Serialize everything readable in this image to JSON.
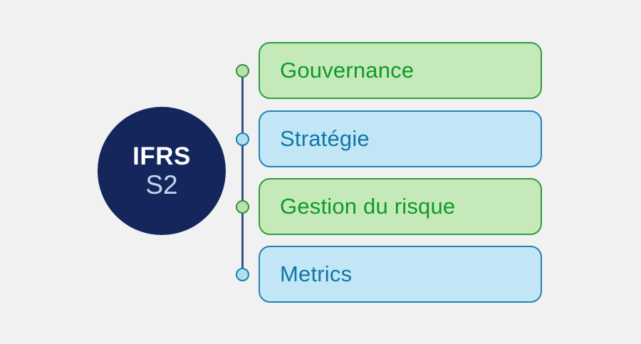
{
  "background": "#f1f1f2",
  "hub": {
    "line1": "IFRS",
    "line2": "S2",
    "fill": "#14265c",
    "line1_color": "#ffffff",
    "line2_color": "#c7d4ef"
  },
  "timeline": {
    "line_color": "#33527e"
  },
  "themes": {
    "green": {
      "fill": "#c6e9ba",
      "border": "#2f9e3f",
      "text": "#0d9b28",
      "node_fill": "#b9e2aa",
      "node_border": "#35903b"
    },
    "blue": {
      "fill": "#c2e6f6",
      "border": "#2183b3",
      "text": "#1077a7",
      "node_fill": "#aedff2",
      "node_border": "#1b7fae"
    }
  },
  "items": [
    {
      "label": "Gouvernance",
      "theme": "green"
    },
    {
      "label": "Stratégie",
      "theme": "blue"
    },
    {
      "label": "Gestion du risque",
      "theme": "green"
    },
    {
      "label": "Metrics",
      "theme": "blue"
    }
  ]
}
